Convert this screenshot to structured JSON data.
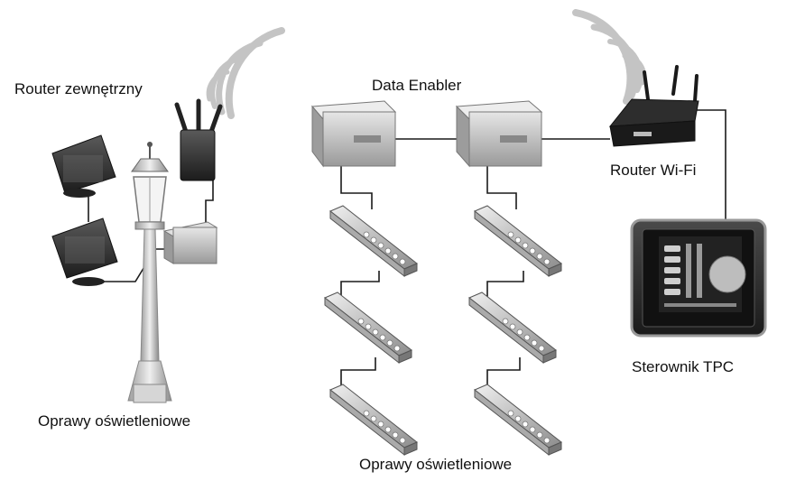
{
  "labels": {
    "router_outdoor": "Router zewnętrzny",
    "data_enabler": "Data Enabler",
    "router_wifi": "Router Wi-Fi",
    "controller": "Sterownik TPC",
    "fixtures_left": "Oprawy oświetleniowe",
    "fixtures_center": "Oprawy oświetleniowe"
  },
  "colors": {
    "device_dark": "#2b2b2b",
    "device_light": "#cfcfcf",
    "wifi_wave": "#bdbdbd",
    "wire": "#1a1a1a",
    "lamp_post": "#d8d8d8"
  },
  "icons": [
    "wifi-signal-icon",
    "router-icon",
    "floodlight-icon",
    "street-lamp-icon",
    "data-enabler-icon",
    "led-bar-icon",
    "touch-panel-icon"
  ]
}
